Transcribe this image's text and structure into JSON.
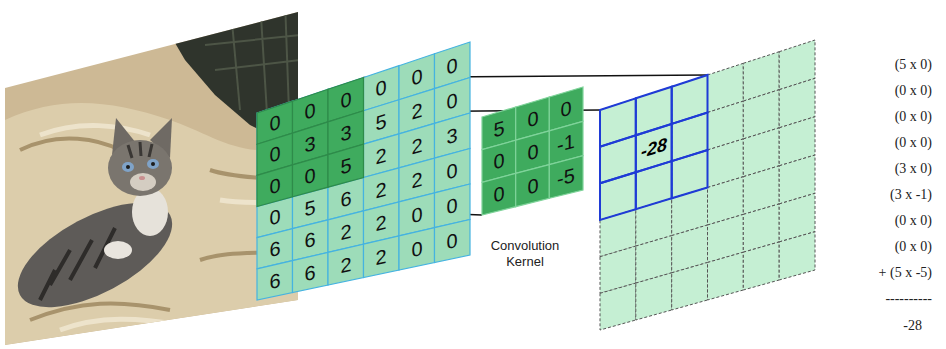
{
  "diagram": {
    "labels": [
      "0",
      "0",
      "0",
      "0",
      "0",
      "0",
      "0",
      "3",
      "3",
      "5",
      "2",
      "0",
      "0",
      "0",
      "5",
      "2",
      "2",
      "3",
      "0",
      "5",
      "6",
      "2",
      "2",
      "0",
      "6",
      "6",
      "2",
      "2",
      "0",
      "0",
      "6",
      "6",
      "2",
      "2",
      "0",
      "0",
      "5",
      "0",
      "0",
      "0",
      "0",
      "-1",
      "0",
      "0",
      "-5",
      "Convolution Kernel",
      "-28",
      "(5 x 0)",
      "(0 x 0)",
      "(0 x 0)",
      "(0 x 0)",
      "(3 x 0)",
      "(3 x -1)",
      "(0 x 0)",
      "(0 x 0)",
      "+ (5 x -5)",
      "----------",
      "-28"
    ]
  }
}
